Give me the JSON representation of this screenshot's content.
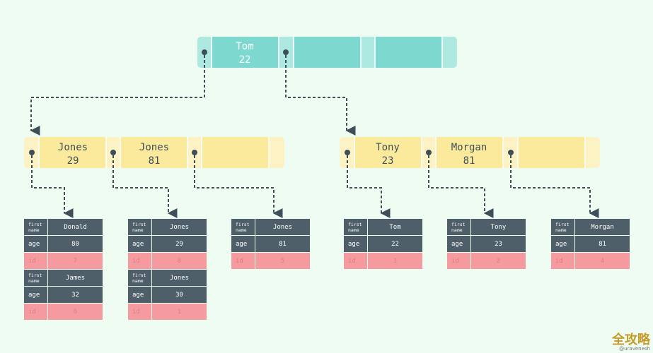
{
  "root": {
    "cells": [
      {
        "name": "Tom",
        "value": "22"
      }
    ]
  },
  "internal_left": {
    "cells": [
      {
        "name": "Jones",
        "value": "29"
      },
      {
        "name": "Jones",
        "value": "81"
      }
    ]
  },
  "internal_right": {
    "cells": [
      {
        "name": "Tony",
        "value": "23"
      },
      {
        "name": "Morgan",
        "value": "81"
      }
    ]
  },
  "leaves": [
    [
      {
        "first_name_label": "first name",
        "first_name": "Donald",
        "age_label": "age",
        "age": "80",
        "id_label": "id",
        "id": "7"
      },
      {
        "first_name_label": "first name",
        "first_name": "James",
        "age_label": "age",
        "age": "32",
        "id_label": "id",
        "id": "6"
      }
    ],
    [
      {
        "first_name_label": "first name",
        "first_name": "Jones",
        "age_label": "age",
        "age": "29",
        "id_label": "id",
        "id": "8"
      },
      {
        "first_name_label": "first name",
        "first_name": "Jones",
        "age_label": "age",
        "age": "30",
        "id_label": "id",
        "id": "1"
      }
    ],
    [
      {
        "first_name_label": "first name",
        "first_name": "Jones",
        "age_label": "age",
        "age": "81",
        "id_label": "id",
        "id": "5"
      }
    ],
    [
      {
        "first_name_label": "first name",
        "first_name": "Tom",
        "age_label": "age",
        "age": "22",
        "id_label": "id",
        "id": "3"
      }
    ],
    [
      {
        "first_name_label": "first name",
        "first_name": "Tony",
        "age_label": "age",
        "age": "23",
        "id_label": "id",
        "id": "2"
      }
    ],
    [
      {
        "first_name_label": "first name",
        "first_name": "Morgan",
        "age_label": "age",
        "age": "81",
        "id_label": "id",
        "id": "4"
      }
    ]
  ],
  "watermark": {
    "text": "全攻略",
    "handle": "@uravenesh"
  },
  "colors": {
    "root_node": "#7dd9cf",
    "internal_node": "#fcea9c",
    "pointer_dot": "#3e4f59",
    "record_dark": "#4f5f69",
    "record_red": "#f59ba0"
  }
}
